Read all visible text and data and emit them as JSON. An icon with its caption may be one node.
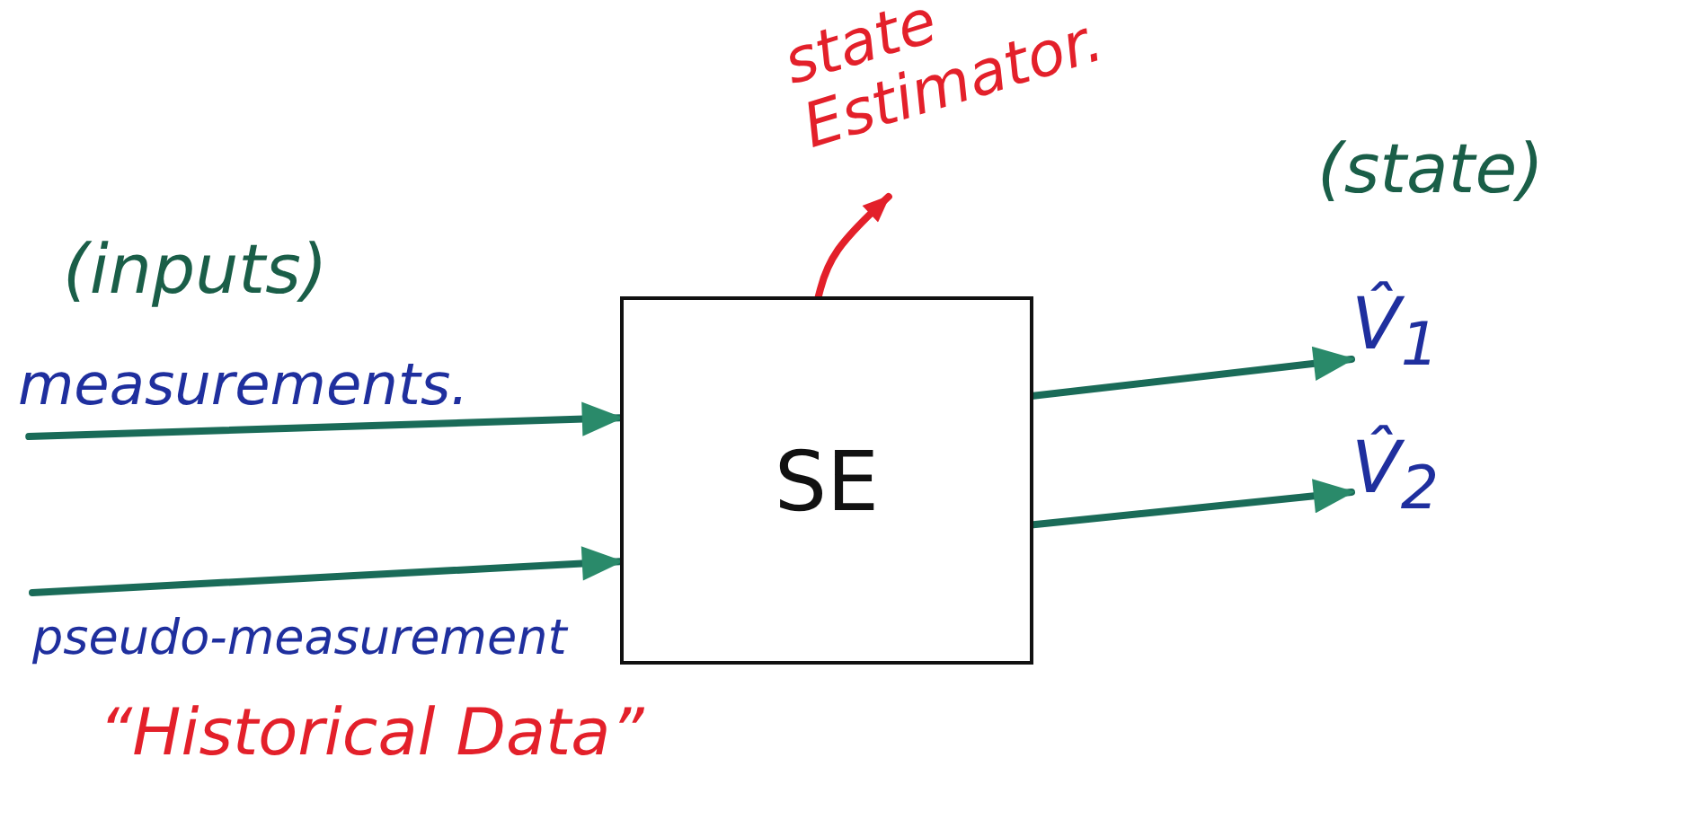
{
  "diagram": {
    "nodes": [
      {
        "text": [
          "SE"
        ]
      },
      {
        "text": [
          "state Estimator."
        ]
      },
      {
        "text": [
          "measurements."
        ]
      },
      {
        "text": [
          "pseudo-measurement"
        ]
      },
      {
        "text": [
          "V̂$_{1}$"
        ]
      },
      {
        "text": [
          "V̂$_{2}$"
        ]
      }
    ],
    "edges": [
      {
        "from": 2,
        "to": 0,
        "arrow": "to"
      },
      {
        "from": 3,
        "to": 0,
        "arrow": "to"
      },
      {
        "from": 0,
        "to": 4,
        "arrow": "to"
      },
      {
        "from": 0,
        "to": 5,
        "arrow": "to"
      },
      {
        "from": 0,
        "to": 1,
        "arrow": "to",
        "color": "#e3202a"
      }
    ],
    "labels": [
      "(inputs)",
      "(state)",
      "“Historical Data”"
    ]
  }
}
